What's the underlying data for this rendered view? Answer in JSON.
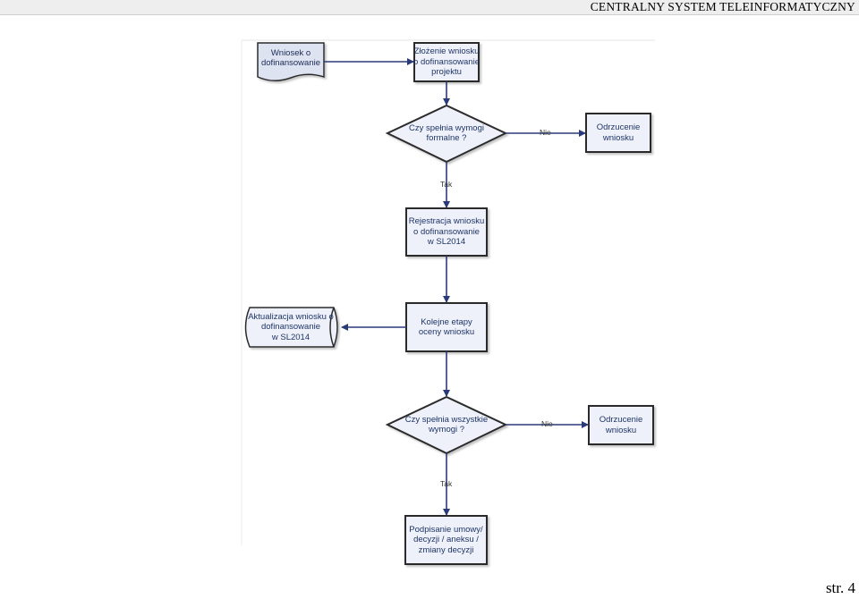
{
  "header": {
    "title": "CENTRALNY SYSTEM TELEINFORMATYCZNY"
  },
  "diagram": {
    "nodes": {
      "doc_wniosek": {
        "lines": [
          "Wniosek o",
          "dofinansowanie"
        ]
      },
      "zlozenie": {
        "lines": [
          "Złożenie wniosku",
          "o dofinansowanie",
          "projektu"
        ]
      },
      "decision1": {
        "lines": [
          "Czy spełnia wymogi",
          "formalne ?"
        ]
      },
      "odrzucenie1": {
        "lines": [
          "Odrzucenie",
          "wniosku"
        ]
      },
      "rejestracja": {
        "lines": [
          "Rejestracja wniosku",
          "o dofinansowanie",
          "w SL2014"
        ]
      },
      "aktualizacja": {
        "lines": [
          "Aktualizacja wniosku o",
          "dofinansowanie",
          "w SL2014"
        ]
      },
      "kolejne": {
        "lines": [
          "Kolejne etapy",
          "oceny wniosku"
        ]
      },
      "decision2": {
        "lines": [
          "Czy spełnia wszystkie",
          "wymogi ?"
        ]
      },
      "odrzucenie2": {
        "lines": [
          "Odrzucenie",
          "wniosku"
        ]
      },
      "podpisanie": {
        "lines": [
          "Podpisanie umowy/",
          "decyzji / aneksu /",
          "zmiany decyzji"
        ]
      }
    },
    "edge_labels": {
      "no1": "Nie",
      "yes1": "Tak",
      "no2": "Nie",
      "yes2": "Tak"
    },
    "colors": {
      "box_border": "#2b2b2b",
      "box_fill": "#eef1fa",
      "arrow": "#2a3a78",
      "text": "#1f3566"
    }
  },
  "footer": {
    "page_number": "str. 4"
  }
}
